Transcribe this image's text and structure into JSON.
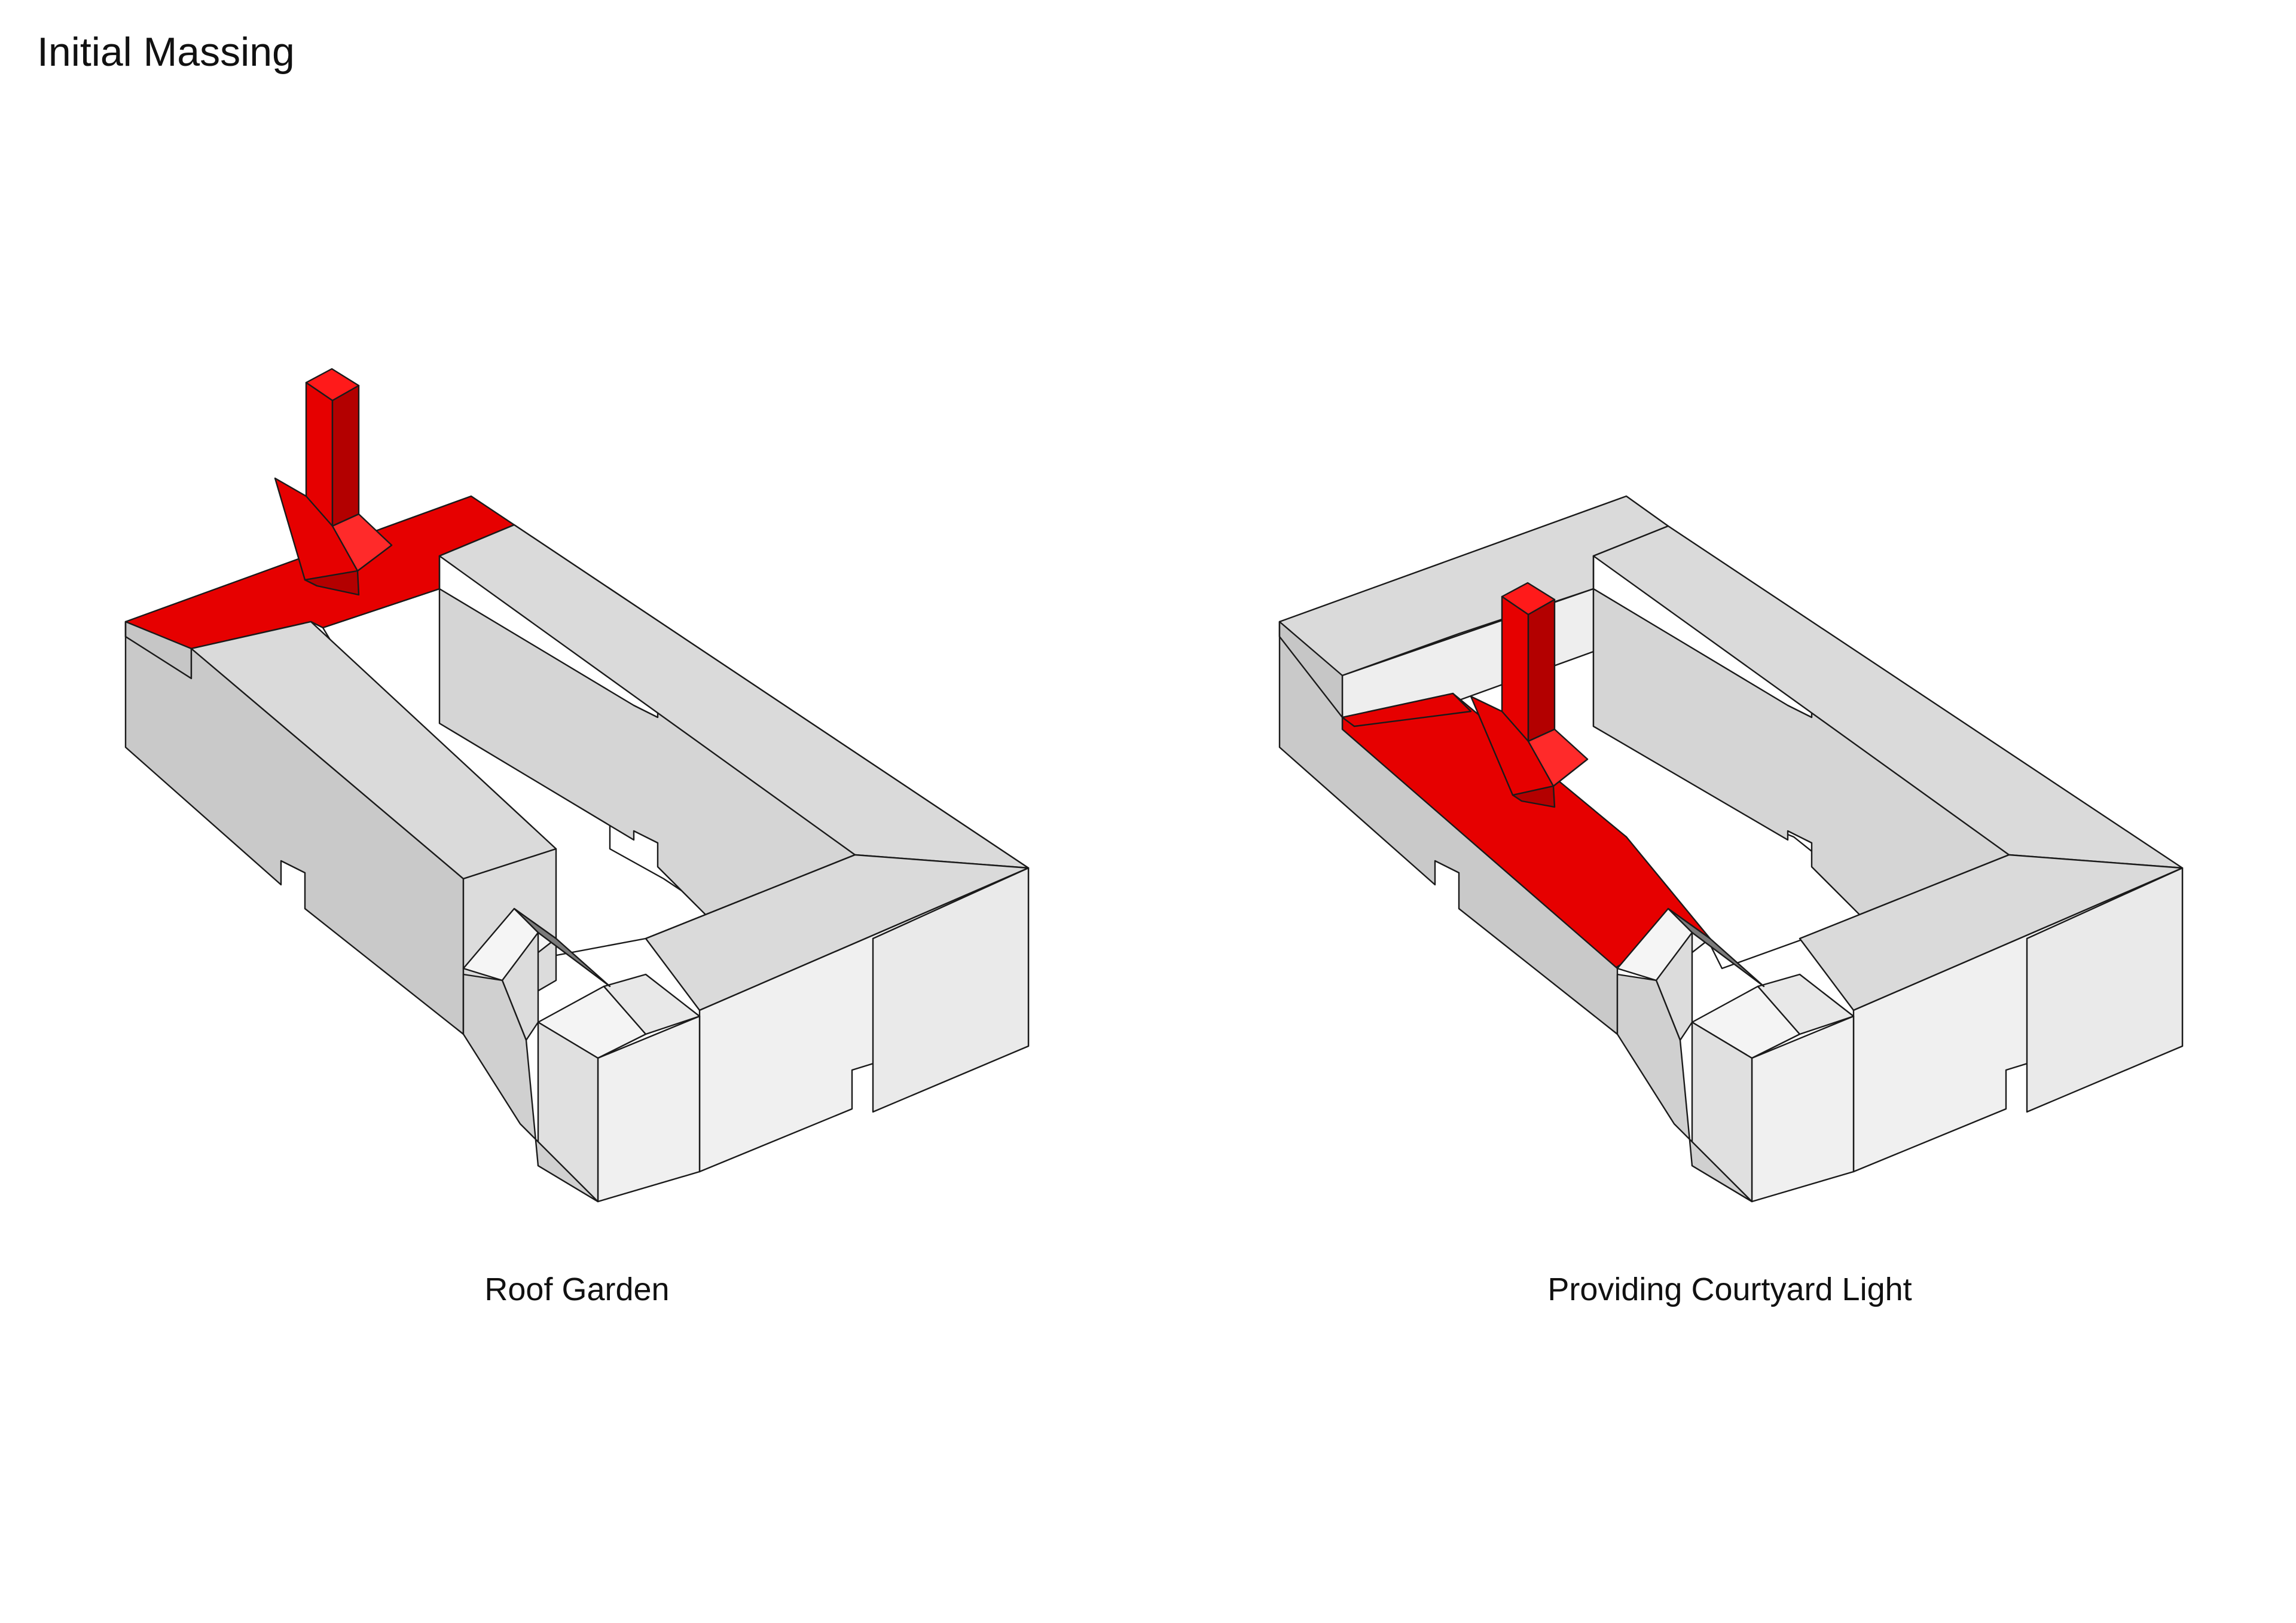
{
  "title": "Initial Massing",
  "diagrams": [
    {
      "caption": "Roof Garden",
      "highlight_color": "#e60000"
    },
    {
      "caption": "Providing Courtyard Light",
      "highlight_color": "#e60000"
    }
  ],
  "colors": {
    "roof": "#dadada",
    "side_shade": "#c6c6c6",
    "front_face": "#f0f0f0",
    "courtyard_floor": "#ffffff",
    "highlight": "#e60000",
    "arrow_dark": "#b30000"
  }
}
